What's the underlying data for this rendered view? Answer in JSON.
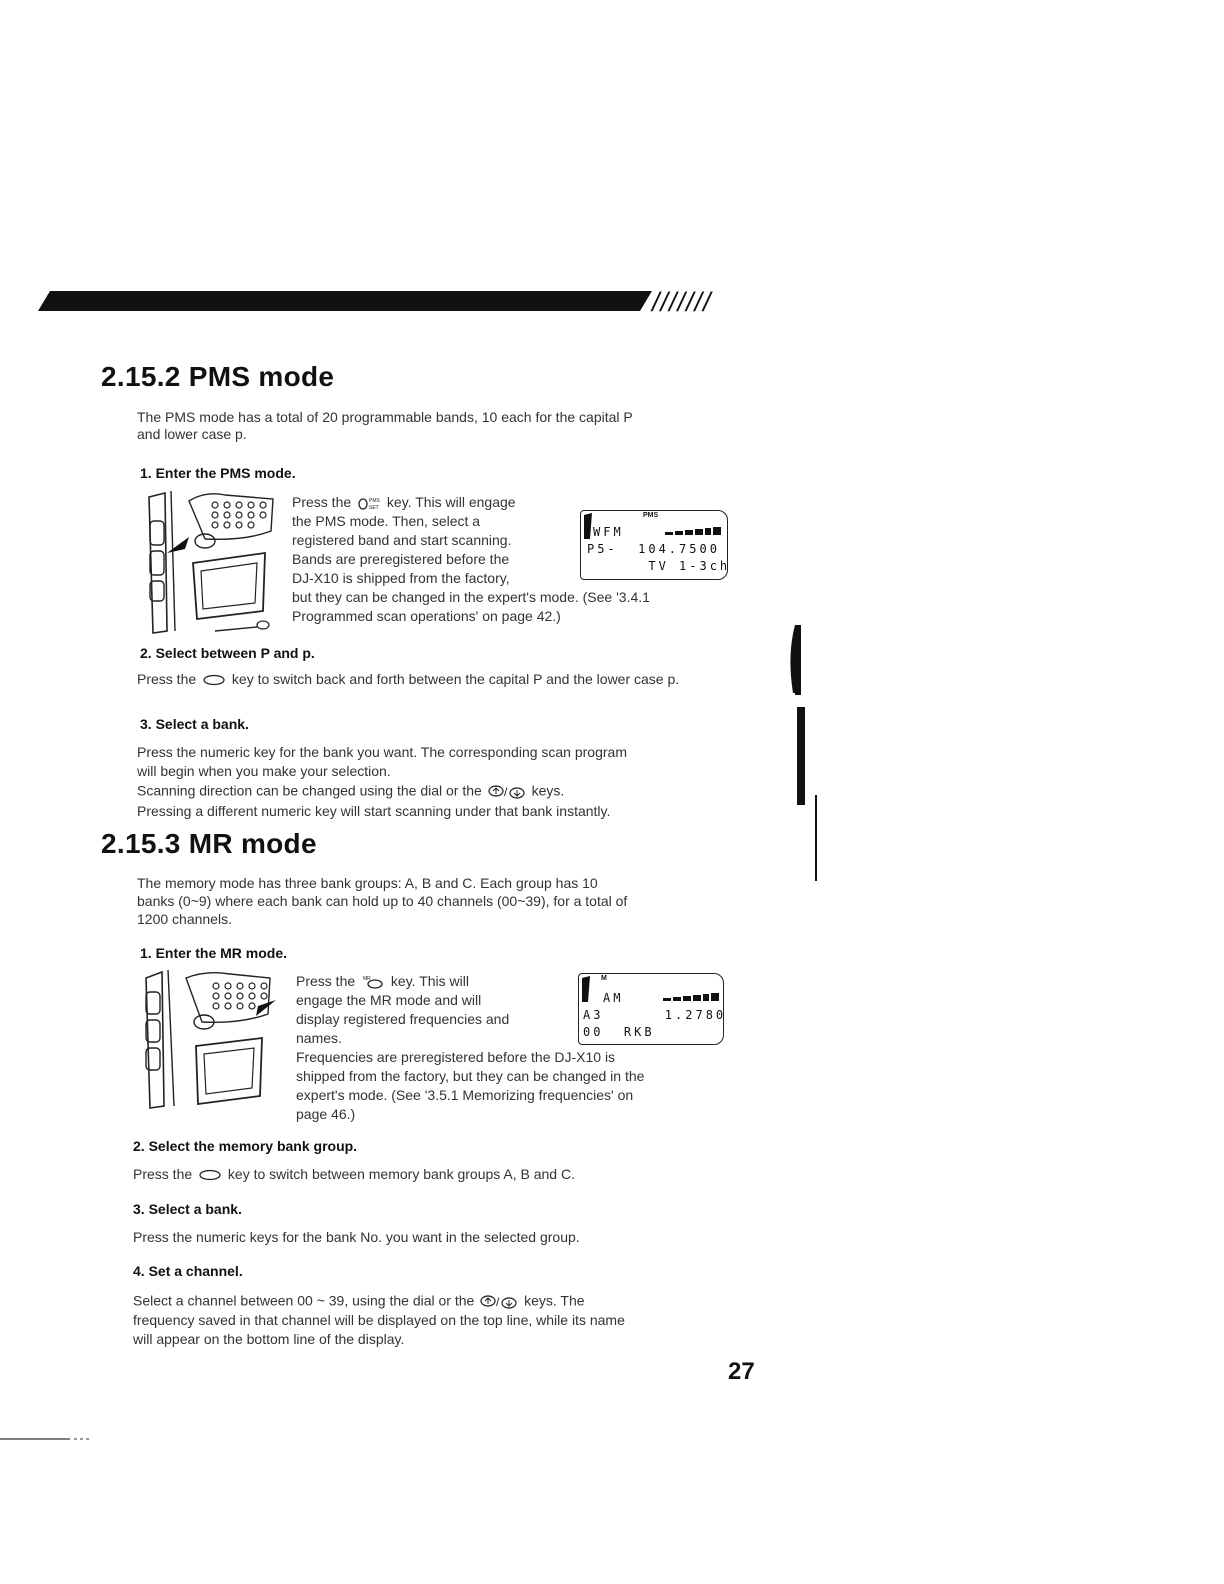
{
  "header": {
    "hatch_marks": "///////"
  },
  "sections": {
    "pms": {
      "title": "2.15.2 PMS mode",
      "intro_l1": "The PMS mode has a total of 20 programmable bands, 10 each for the capital P",
      "intro_l2": "and lower case p.",
      "step1": {
        "heading": "1. Enter the PMS mode.",
        "p1_pre": "Press the",
        "p1_post": "key. This will engage",
        "p2": "the PMS mode. Then, select a",
        "p3": "registered band and start scanning.",
        "p4": "Bands are preregistered before the",
        "p5": "DJ-X10 is shipped from the factory,",
        "p6": "but they can be changed in the expert's mode. (See '3.4.1",
        "p7": "Programmed scan operations' on page 42.)",
        "lcd": {
          "tag": "PMS",
          "row1": "WFM",
          "row2": "P5-  104.7500",
          "row3": "      TV 1-3ch"
        }
      },
      "step2": {
        "heading": "2. Select between P and p.",
        "text_pre": "Press the",
        "text_post": "key to switch back and forth between the capital P and the lower case p."
      },
      "step3": {
        "heading": "3. Select a bank.",
        "l1": "Press the numeric key for the bank you want. The corresponding scan program",
        "l2": "will begin when you make your selection.",
        "l3_pre": "Scanning direction can be changed using the dial or the",
        "l3_post": "keys.",
        "l4": "Pressing a different numeric key will start scanning under that bank instantly."
      }
    },
    "mr": {
      "title": "2.15.3 MR mode",
      "intro_l1": "The memory mode has three bank groups: A, B and C. Each group has 10",
      "intro_l2": "banks (0~9) where each bank can hold up to 40 channels (00~39), for a total of",
      "intro_l3": "1200 channels.",
      "step1": {
        "heading": "1. Enter the MR mode.",
        "p1_pre": "Press the",
        "p1_post": "key. This will",
        "p2": "engage the MR mode and will",
        "p3": "display registered frequencies and",
        "p4": "names.",
        "p5": "Frequencies are preregistered before the DJ-X10 is",
        "p6": "shipped from the factory, but they can be changed in the",
        "p7": "expert's mode. (See '3.5.1 Memorizing frequencies' on",
        "p8": "page 46.)",
        "lcd": {
          "tag": "M",
          "row1": "AM",
          "row2": "A3      1.2780",
          "row3": "00  RKB"
        }
      },
      "step2": {
        "heading": "2. Select the memory bank group.",
        "text_pre": "Press the",
        "text_post": "key to switch between memory bank groups A, B and C."
      },
      "step3": {
        "heading": "3. Select a bank.",
        "text": "Press the numeric keys for the bank No. you want in the selected group."
      },
      "step4": {
        "heading": "4. Set a channel.",
        "l1_pre": "Select a channel between 00 ~ 39, using the dial or the",
        "l1_post": "keys. The",
        "l2": "frequency saved in that channel will be displayed on the top line, while its name",
        "l3": "will appear on the bottom line of the display."
      }
    }
  },
  "page_number": "27",
  "icons": {
    "set_key": "zero-set-key-icon",
    "oval_key": "oval-key-icon",
    "dir_keys": "up-down-direction-keys-icon",
    "vfo_key": "vfo-key-icon"
  }
}
